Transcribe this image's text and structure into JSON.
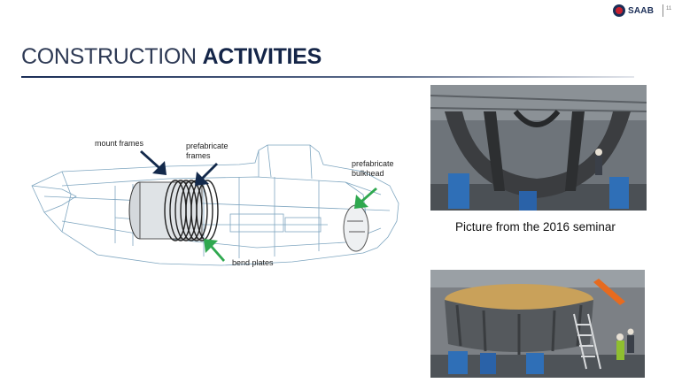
{
  "header": {
    "brand": "SAAB",
    "page_number": "11"
  },
  "title": {
    "light": "CONSTRUCTION ",
    "bold": "ACTIVITIES"
  },
  "diagram": {
    "labels": {
      "mount_frames": "mount frames",
      "prefabricate_frames": "prefabricate\nframes",
      "prefabricate_bulkhead": "prefabricate\nbulkhead",
      "bend_plates": "bend plates"
    }
  },
  "caption": "Picture from  the 2016 seminar",
  "colors": {
    "navy": "#1b2e57",
    "arrow_navy": "#13294b",
    "arrow_green": "#2fa84f",
    "hull_line": "#7fa6c0"
  }
}
